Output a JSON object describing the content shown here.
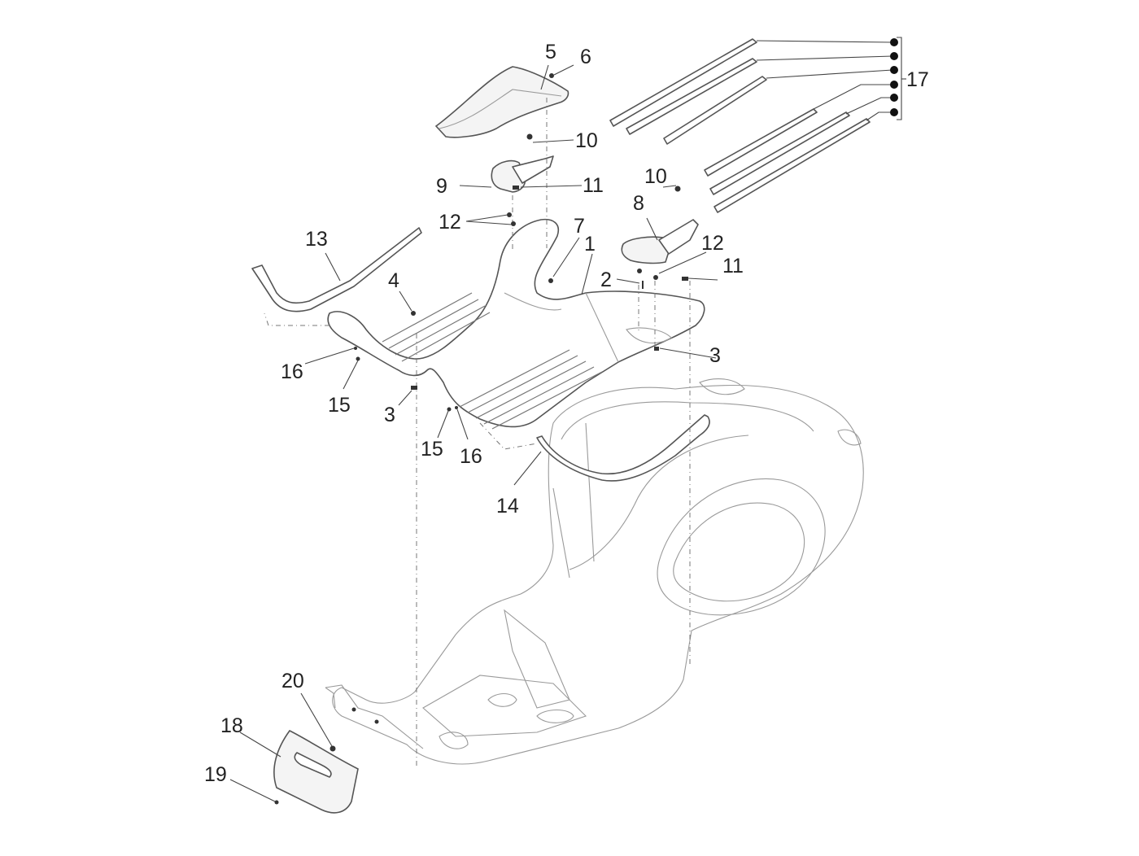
{
  "diagram": {
    "subject": "Scooter floor / footboard exploded parts view",
    "callouts": {
      "c1": "1",
      "c2": "2",
      "c3a": "3",
      "c3b": "3",
      "c4": "4",
      "c5": "5",
      "c6": "6",
      "c7": "7",
      "c8": "8",
      "c9": "9",
      "c10a": "10",
      "c10b": "10",
      "c11a": "11",
      "c11b": "11",
      "c12a": "12",
      "c12b": "12",
      "c13": "13",
      "c14": "14",
      "c15a": "15",
      "c15b": "15",
      "c16a": "16",
      "c16b": "16",
      "c17": "17",
      "c18": "18",
      "c19": "19",
      "c20": "20"
    },
    "group_17_count": 6
  }
}
